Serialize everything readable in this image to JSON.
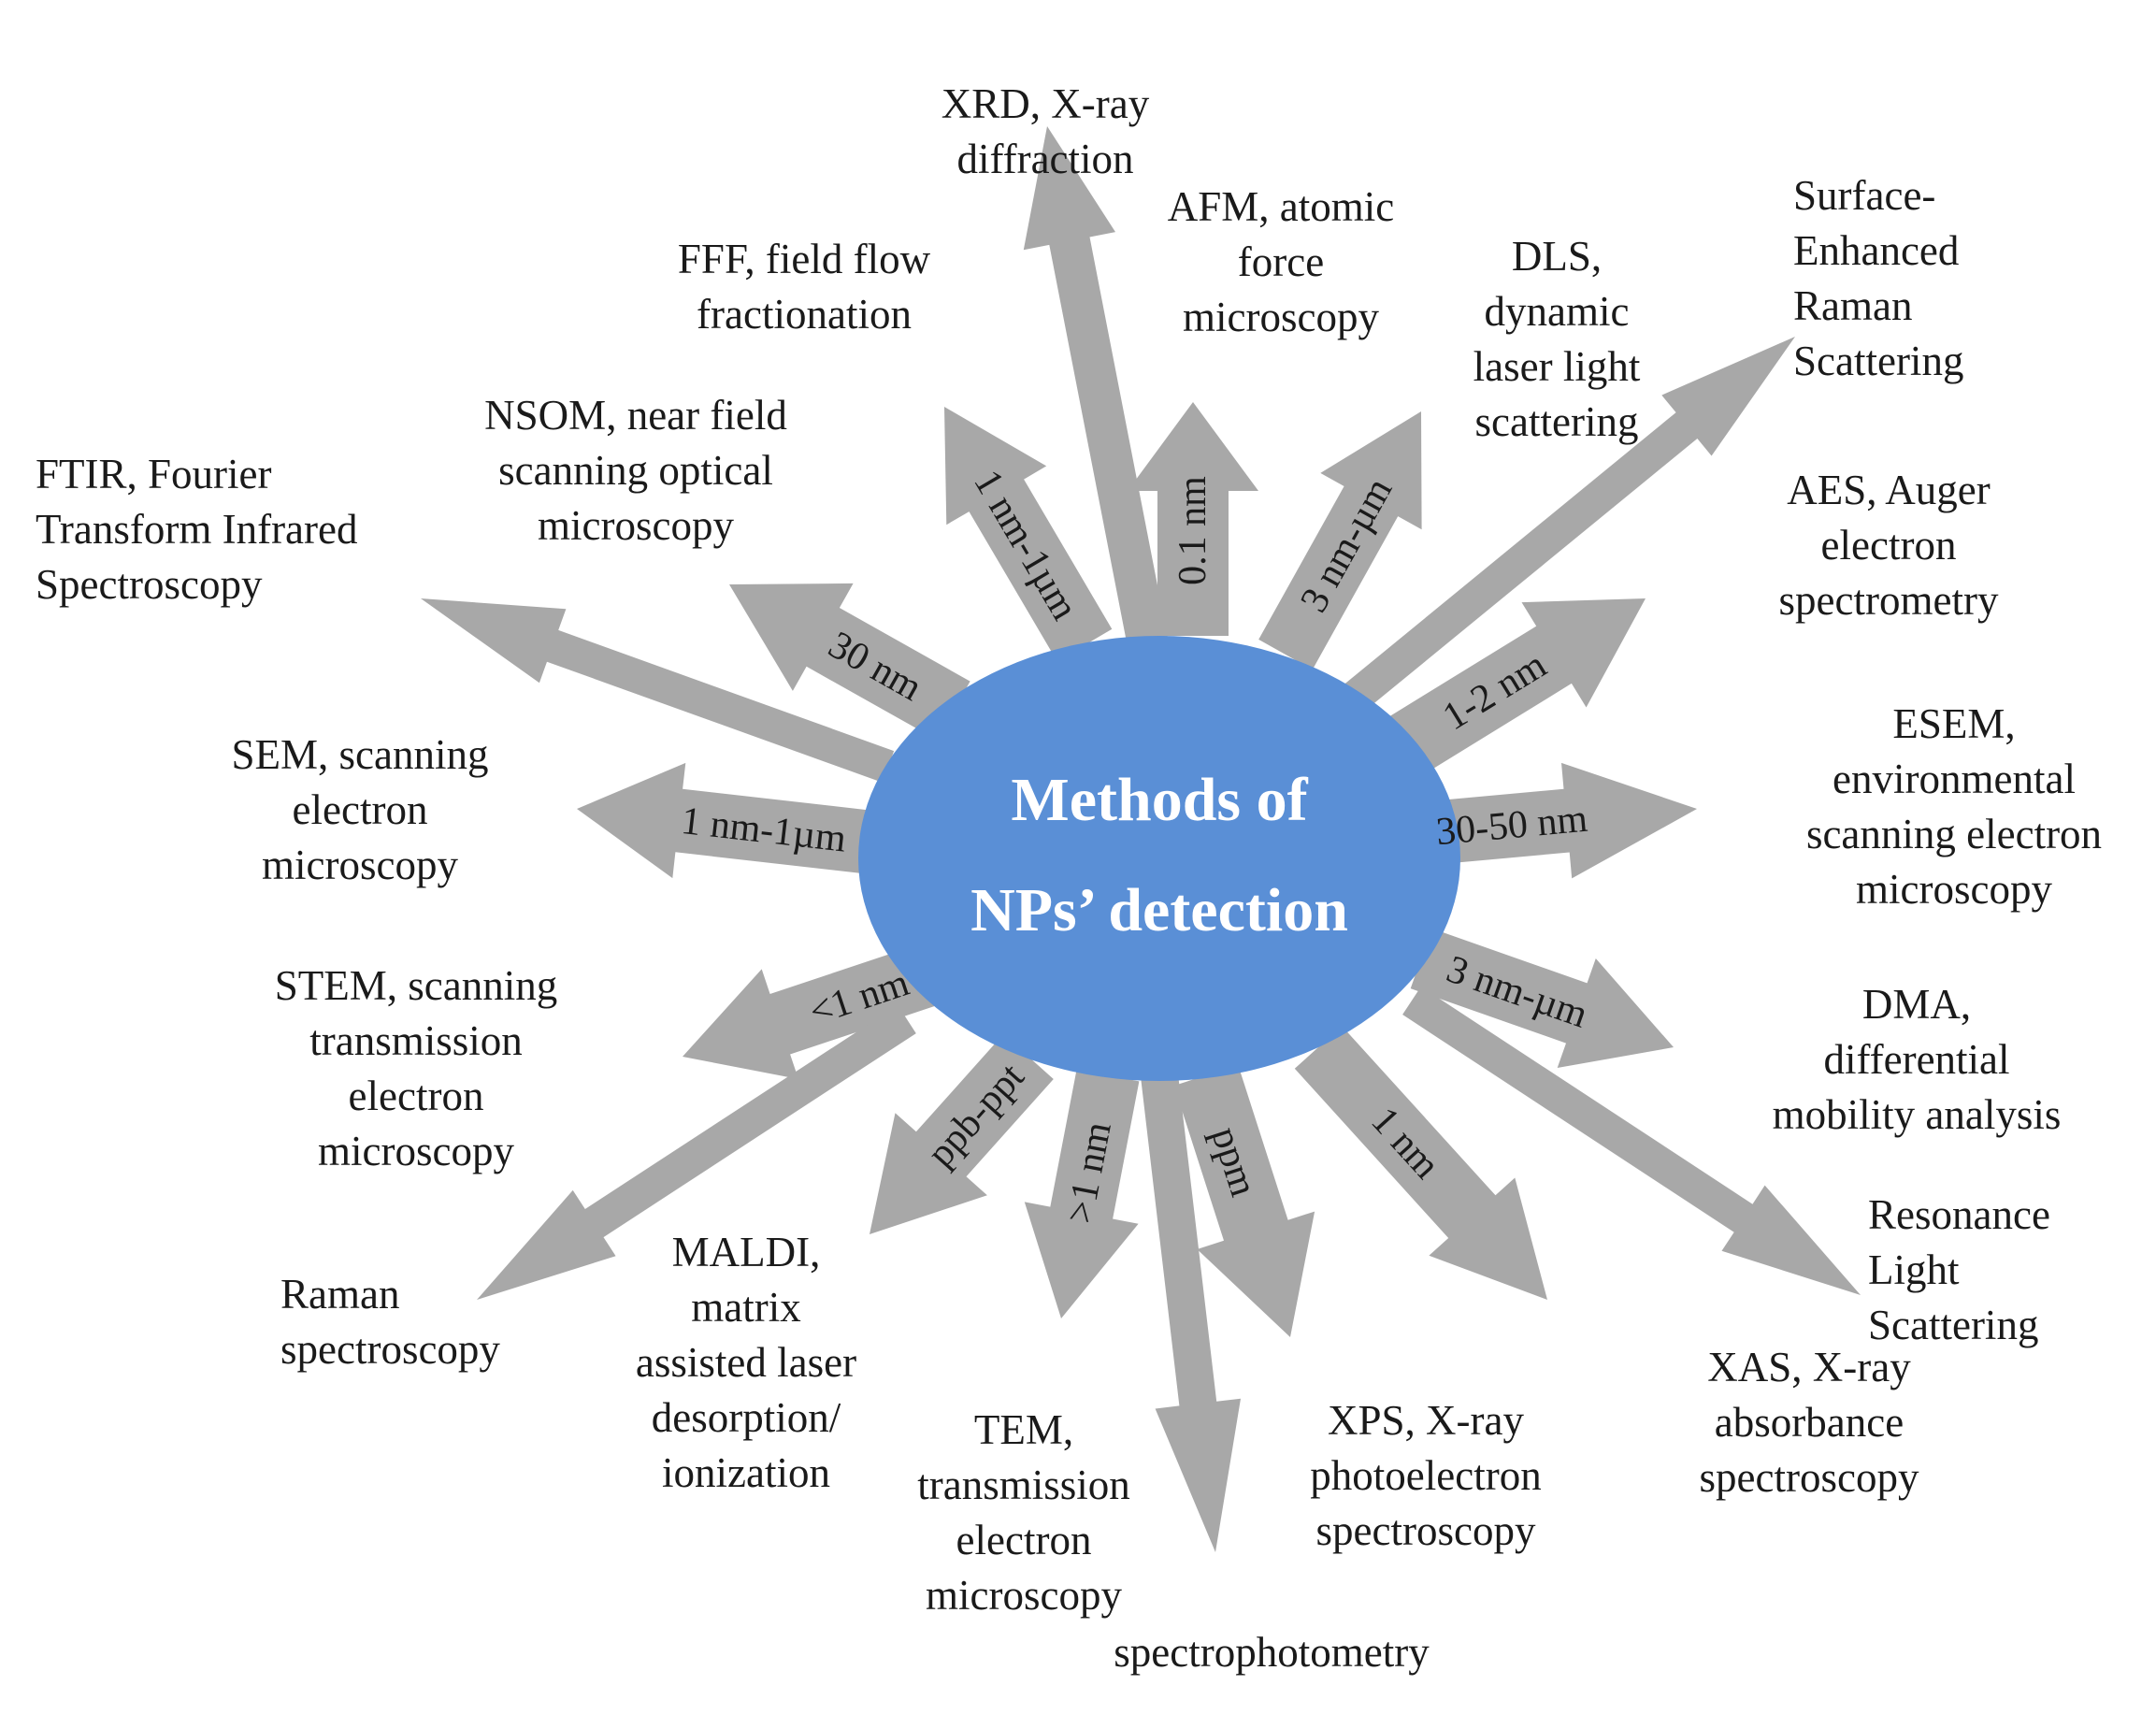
{
  "center": {
    "line1": "Methods of",
    "line2": "NPs’ detection"
  },
  "colors": {
    "ellipse": "#5a8fd6",
    "arrow": "#a8a8a8",
    "text": "#1a1a1a",
    "center_text": "#ffffff"
  },
  "methods": [
    {
      "id": "xrd",
      "lines": [
        "XRD, X-ray",
        "diffraction"
      ],
      "range": ""
    },
    {
      "id": "afm",
      "lines": [
        "AFM, atomic",
        "force",
        "microscopy"
      ],
      "range": "0.1 nm"
    },
    {
      "id": "fff",
      "lines": [
        "FFF, field flow",
        "fractionation"
      ],
      "range": "1 nm-1µm"
    },
    {
      "id": "dls",
      "lines": [
        "DLS,",
        "dynamic",
        "laser light",
        "scattering"
      ],
      "range": "3 nm-µm"
    },
    {
      "id": "sers",
      "lines": [
        "Surface-",
        "Enhanced",
        "Raman",
        "Scattering"
      ],
      "range": ""
    },
    {
      "id": "nsom",
      "lines": [
        "NSOM, near field",
        "scanning optical",
        "microscopy"
      ],
      "range": "30 nm"
    },
    {
      "id": "ftir",
      "lines": [
        "FTIR, Fourier",
        "Transform Infrared",
        "Spectroscopy"
      ],
      "range": ""
    },
    {
      "id": "aes",
      "lines": [
        "AES, Auger",
        "electron",
        "spectrometry"
      ],
      "range": "1-2 nm"
    },
    {
      "id": "sem",
      "lines": [
        "SEM, scanning",
        "electron",
        "microscopy"
      ],
      "range": "1 nm-1µm"
    },
    {
      "id": "esem",
      "lines": [
        "ESEM,",
        "environmental",
        "scanning electron",
        "microscopy"
      ],
      "range": "30-50 nm"
    },
    {
      "id": "stem",
      "lines": [
        "STEM, scanning",
        "transmission",
        "electron",
        "microscopy"
      ],
      "range": "<1 nm"
    },
    {
      "id": "dma",
      "lines": [
        "DMA,",
        "differential",
        "mobility analysis"
      ],
      "range": "3 nm-µm"
    },
    {
      "id": "raman",
      "lines": [
        "Raman",
        "spectroscopy"
      ],
      "range": ""
    },
    {
      "id": "rls",
      "lines": [
        "Resonance",
        "Light",
        "Scattering"
      ],
      "range": ""
    },
    {
      "id": "maldi",
      "lines": [
        "MALDI,",
        "matrix",
        "assisted laser",
        "desorption/",
        "ionization"
      ],
      "range": "ppb-ppt"
    },
    {
      "id": "tem",
      "lines": [
        "TEM,",
        "transmission",
        "electron",
        "microscopy"
      ],
      "range": ">1 nm"
    },
    {
      "id": "spectro",
      "lines": [
        "spectrophotometry"
      ],
      "range": ""
    },
    {
      "id": "xps",
      "lines": [
        "XPS, X-ray",
        "photoelectron",
        "spectroscopy"
      ],
      "range": "ppm"
    },
    {
      "id": "xas",
      "lines": [
        "XAS, X-ray",
        "absorbance",
        "spectroscopy"
      ],
      "range": "1 nm"
    }
  ]
}
